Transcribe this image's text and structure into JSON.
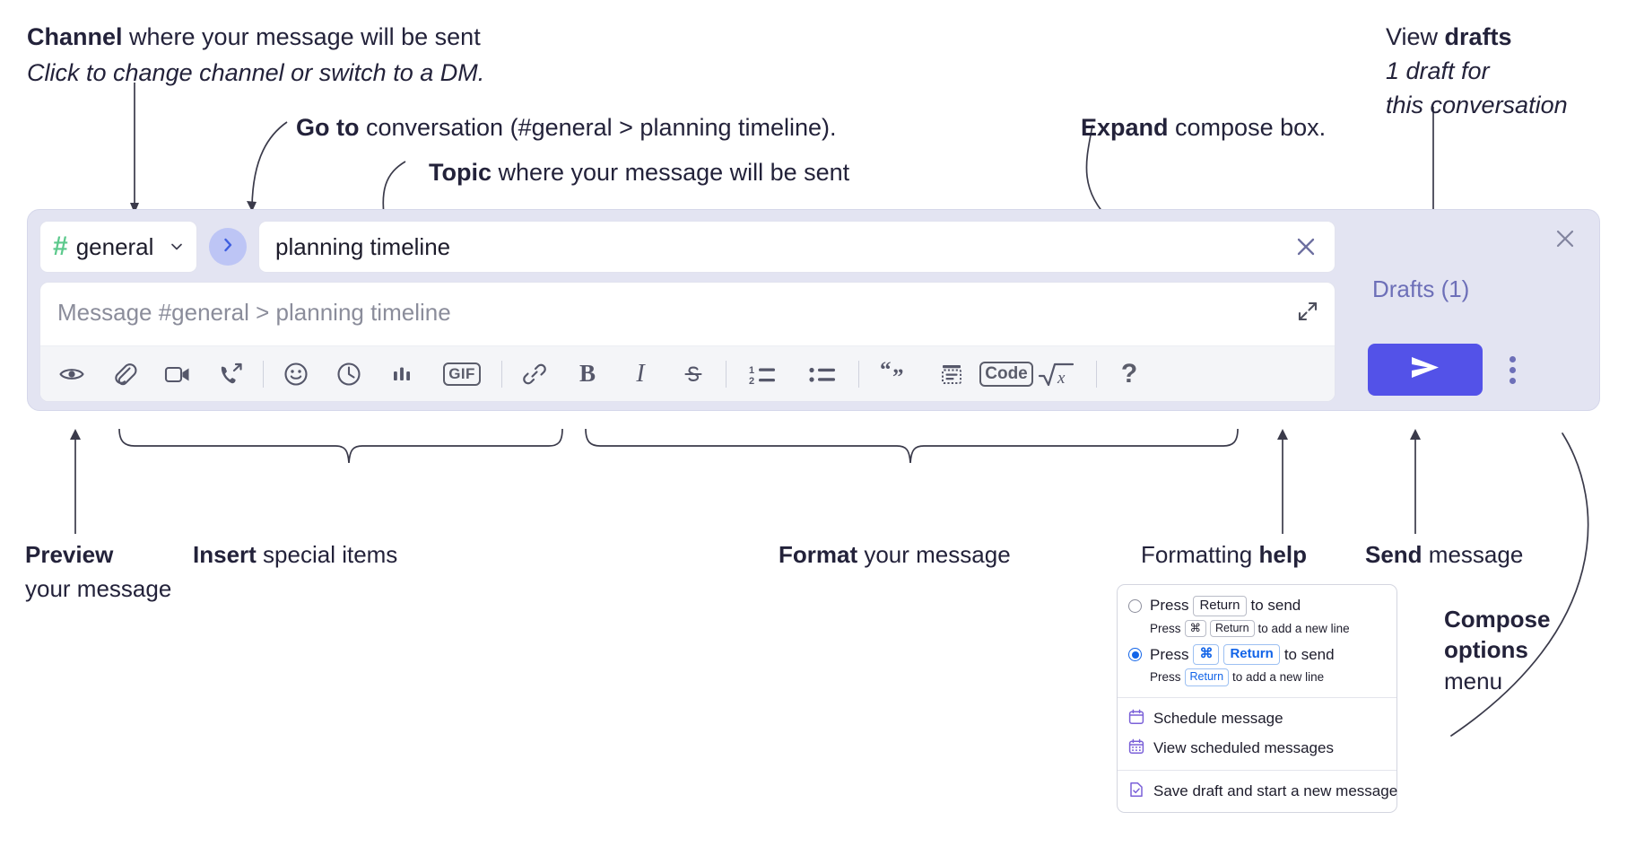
{
  "annotations": {
    "channel": {
      "bold": "Channel",
      "rest": " where your message will be sent",
      "italic": "Click to change channel or switch to a DM."
    },
    "goto": {
      "bold": "Go to",
      "rest": " conversation (#general > planning timeline)."
    },
    "topic": {
      "bold": "Topic",
      "rest": " where your message will be sent"
    },
    "expand": {
      "bold": "Expand",
      "rest": " compose box."
    },
    "drafts": {
      "line1_normal": "View ",
      "line1_bold": "drafts",
      "line2": "1 draft for",
      "line3": "this conversation"
    },
    "preview": {
      "bold": "Preview",
      "line2": "your message"
    },
    "insert": {
      "bold": "Insert",
      "rest": " special items"
    },
    "format": {
      "bold": "Format",
      "rest": " your message"
    },
    "help": {
      "normal": "Formatting ",
      "bold": "help"
    },
    "send": {
      "bold": "Send",
      "rest": " message"
    },
    "compose_options": {
      "line1": "Compose",
      "line2": "options",
      "line3": "menu"
    }
  },
  "compose": {
    "channel_button": {
      "hash": "#",
      "name": "general"
    },
    "goto_icon": "chevron-right-icon",
    "topic": {
      "value": "planning timeline",
      "clear_icon": "close-icon"
    },
    "message": {
      "placeholder": "Message #general > planning timeline",
      "value": ""
    },
    "expand_icon": "expand-icon",
    "toolbar": [
      {
        "name": "preview-icon",
        "label": "Preview"
      },
      {
        "name": "attachment-icon",
        "label": "Attach file"
      },
      {
        "name": "video-icon",
        "label": "Record video clip"
      },
      {
        "name": "huddle-icon",
        "label": "Record audio clip"
      },
      {
        "name": "emoji-icon",
        "label": "Emoji"
      },
      {
        "name": "clock-icon",
        "label": "Recent"
      },
      {
        "name": "poll-icon",
        "label": "Poll"
      },
      {
        "name": "gif-icon",
        "label": "GIF"
      },
      {
        "name": "link-icon",
        "label": "Link"
      },
      {
        "name": "bold-icon",
        "label": "B"
      },
      {
        "name": "italic-icon",
        "label": "I"
      },
      {
        "name": "strikethrough-icon",
        "label": "S"
      },
      {
        "name": "ordered-list-icon",
        "label": "Ordered list"
      },
      {
        "name": "bulleted-list-icon",
        "label": "Bulleted list"
      },
      {
        "name": "blockquote-icon",
        "label": "Blockquote"
      },
      {
        "name": "code-block-icon",
        "label": "Code block"
      },
      {
        "name": "code-icon",
        "label": "Code"
      },
      {
        "name": "math-icon",
        "label": "Math"
      },
      {
        "name": "help-icon",
        "label": "?"
      }
    ],
    "rail": {
      "close_icon": "close-icon",
      "drafts_label": "Drafts (1)",
      "send_icon": "send-icon",
      "kebab_icon": "more-options-icon"
    }
  },
  "options_menu": {
    "radio_1": {
      "selected": false,
      "pre": "Press",
      "key": "Return",
      "post": "to send",
      "sub_pre": "Press",
      "sub_key1": "⌘",
      "sub_key2": "Return",
      "sub_post": "to add a new line"
    },
    "radio_2": {
      "selected": true,
      "pre": "Press",
      "key1": "⌘",
      "key2": "Return",
      "post": "to send",
      "sub_pre": "Press",
      "sub_key": "Return",
      "sub_post": "to add a new line"
    },
    "items": [
      {
        "icon": "calendar-icon",
        "label": "Schedule message"
      },
      {
        "icon": "calendar-grid-icon",
        "label": "View scheduled messages"
      },
      {
        "icon": "save-draft-icon",
        "label": "Save draft and start a new message"
      }
    ]
  },
  "colors": {
    "compose_bg": "#e3e4f2",
    "accent_send": "#5352e8",
    "hash_green": "#5cc98c",
    "goto_circle": "#bdc5f5",
    "drafts_text": "#6d6fb8",
    "radio_blue": "#1264e8",
    "menu_icon_purple": "#7b61d8"
  }
}
